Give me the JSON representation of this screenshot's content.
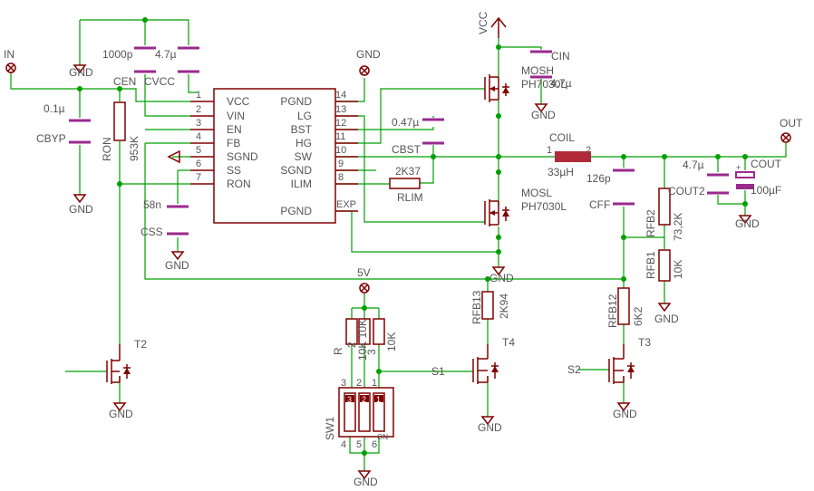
{
  "labels": {
    "in": "IN",
    "out": "OUT",
    "vcc": "VCC",
    "v5": "5V",
    "gnd": "GND",
    "cen": "CEN",
    "cvcc": "CVCC",
    "c1000p": "1000p",
    "c4u7a": "4.7µ",
    "c0u1": "0.1µ",
    "cbyp": "CBYP",
    "ron": "RON",
    "ron_val": "953K",
    "c58n": "58n",
    "css": "CSS",
    "c047": "0.47µ",
    "cbst": "CBST",
    "r2k37": "2K37",
    "rlim": "RLIM",
    "mosh": "MOSH",
    "mosh_part": "PH7030L",
    "cin": "CIN",
    "cin_val": "4.7µ",
    "mosl": "MOSL",
    "mosl_part": "PH7030L",
    "coil": "COIL",
    "coil_val": "33µH",
    "c126p": "126p",
    "cff": "CFF",
    "rfb2": "RFB2",
    "rfb2_val": "73,2K",
    "rfb1": "RFB1",
    "rfb1_val": "10K",
    "c4u7b": "4.7µ",
    "cout2": "COUT2",
    "cout": "COUT",
    "c100u": "100µF",
    "rfb13": "RFB13",
    "rfb13_val": "2K94",
    "rfb12": "RFB12",
    "rfb12_val": "6K2",
    "t2": "T2",
    "t3": "T3",
    "t4": "T4",
    "s1": "S1",
    "s2": "S2",
    "sw1": "SW1",
    "sw_on": "ON",
    "r1": "R",
    "r2": "2",
    "r3": "3",
    "r_vals": "10K 10K",
    "r_third": "10K"
  },
  "ic": {
    "left_pins": [
      {
        "num": "1",
        "name": "VCC"
      },
      {
        "num": "2",
        "name": "VIN"
      },
      {
        "num": "3",
        "name": "EN"
      },
      {
        "num": "4",
        "name": "FB"
      },
      {
        "num": "5",
        "name": "SGND"
      },
      {
        "num": "6",
        "name": "SS"
      },
      {
        "num": "7",
        "name": "RON"
      }
    ],
    "right_pins": [
      {
        "num": "14",
        "name": "PGND"
      },
      {
        "num": "13",
        "name": "LG"
      },
      {
        "num": "12",
        "name": "BST"
      },
      {
        "num": "11",
        "name": "HG"
      },
      {
        "num": "10",
        "name": "SW"
      },
      {
        "num": "9",
        "name": "SGND"
      },
      {
        "num": "8",
        "name": "ILIM"
      },
      {
        "num": "",
        "name": "PGND"
      },
      {
        "num": "EXP",
        "name": ""
      }
    ]
  },
  "coil_pins": [
    "1",
    "2"
  ],
  "switch_pins_top": [
    "3",
    "2",
    "1"
  ],
  "switch_pins_bottom": [
    "4",
    "5",
    "6"
  ],
  "switch_body_digits": [
    "3",
    "2",
    "1"
  ]
}
